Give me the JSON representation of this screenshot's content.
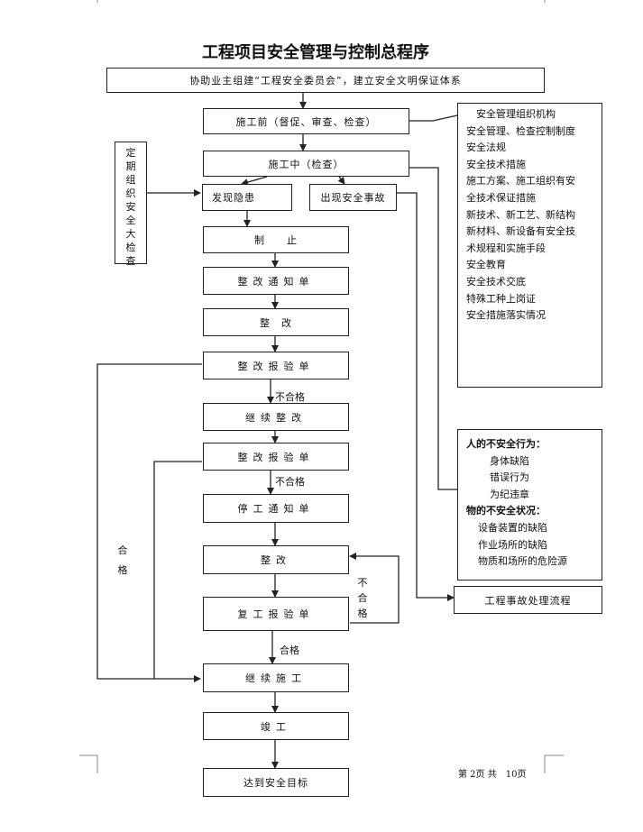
{
  "title": "工程项目安全管理与控制总程序",
  "nodes": {
    "assist": "协助业主组建“工程安全委员会”，建立安全文明保证体系",
    "before": "施工前（督促、审查、检查）",
    "during": "施工中（检查）",
    "hazard": "发现隐患",
    "accident": "出现安全事故",
    "stop": "制　　止",
    "notice": "整改通知单",
    "rectify1": "整　改",
    "report1": "整改报验单",
    "continue_rectify": "继续整改",
    "report2": "整改报验单",
    "stop_notice": "停工通知单",
    "rectify2": "整改",
    "resume_report": "复工报验单",
    "continue_work": "继续施工",
    "complete": "竣工",
    "goal": "达到安全目标",
    "accident_process": "工程事故处理流程"
  },
  "periodic_check": [
    "定",
    "期",
    "组",
    "织",
    "安",
    "全",
    "大",
    "检",
    "查"
  ],
  "safety_items": [
    "　安全管理组织机构",
    "安全管理、检查控制制度",
    "安全法规",
    "安全技术措施",
    "施工方案、施工组织有安",
    "全技术保证措施",
    "新技术、新工艺、新结构",
    "新材料、新设备有安全技",
    "术规程和实施手段",
    "安全教育",
    "安全技术交底",
    "特殊工种上岗证",
    "安全措施落实情况"
  ],
  "unsafe": {
    "people_title": "人的不安全行为：",
    "people": [
      "身体缺陷",
      "错误行为",
      "为纪违章"
    ],
    "things_title": "物的不安全状况：",
    "things": [
      "设备装置的缺陷",
      "作业场所的缺陷",
      "物质和场所的危险源"
    ]
  },
  "labels": {
    "fail1": "不合格",
    "fail2": "不合格",
    "pass": "合格",
    "pass_side": [
      "合",
      "格"
    ],
    "fail_side": [
      "不",
      "合",
      "格"
    ]
  },
  "footer": "第 2页 共　10页"
}
